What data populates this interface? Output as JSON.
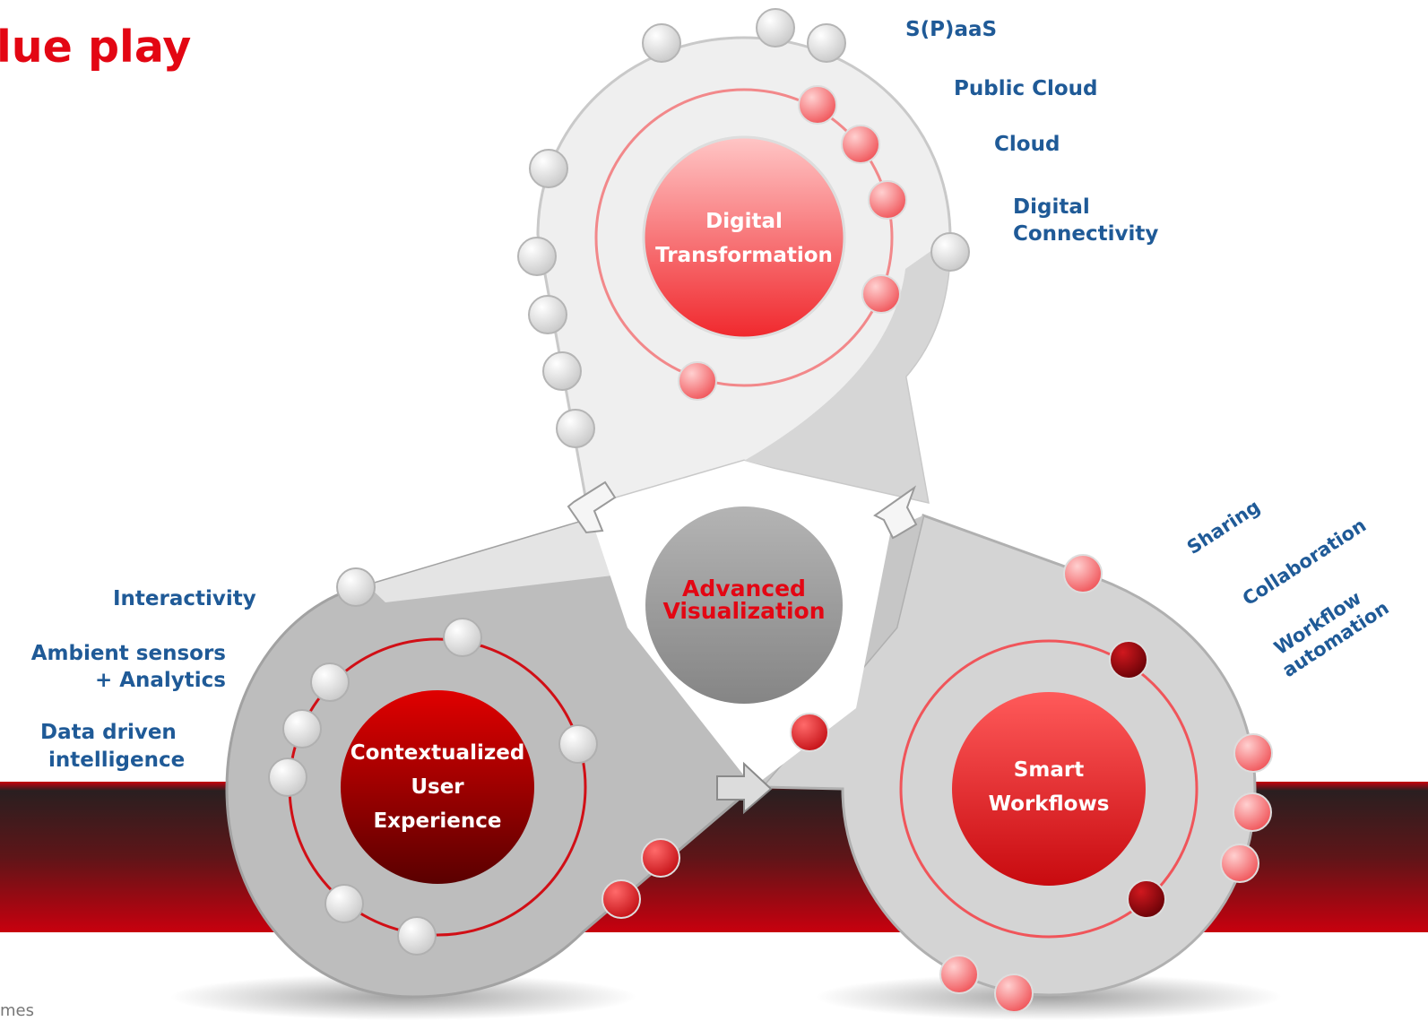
{
  "title": "lue play",
  "footer": "mes",
  "colors": {
    "title": "#e30613",
    "label": "#1f5a97",
    "band_red": "#c8000e",
    "band_dark": "#2a1f20"
  },
  "hubs": {
    "top": {
      "line1": "Digital",
      "line2": "Transformation"
    },
    "left": {
      "line1": "Contextualized",
      "line2": "User",
      "line3": "Experience"
    },
    "right": {
      "line1": "Smart",
      "line2": "Workflows"
    },
    "center": {
      "line1": "Advanced",
      "line2": "Visualization"
    }
  },
  "labels": {
    "top": [
      "S(P)aaS",
      "Public Cloud",
      "Cloud",
      "Digital",
      "Connectivity"
    ],
    "left": [
      "Interactivity",
      "Ambient sensors",
      "+ Analytics",
      "Data driven",
      "intelligence"
    ],
    "right": [
      "Sharing",
      "Collaboration",
      "Workflow",
      "automation"
    ]
  }
}
